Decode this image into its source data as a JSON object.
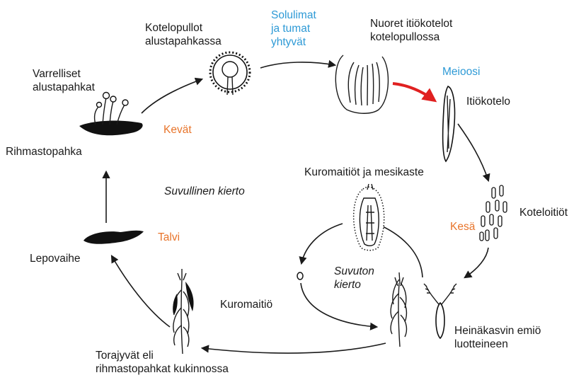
{
  "colors": {
    "ink": "#1a1a1a",
    "season": "#e8742a",
    "process": "#2e9ad6",
    "meiosis_arrow": "#e02020"
  },
  "stages": {
    "varrelliset_alustapahkat": [
      "Varrelliset",
      "alustapahkat"
    ],
    "rihmastopahka": "Rihmastopahka",
    "kotelopullot": [
      "Kotelopullot",
      "alustapahkassa"
    ],
    "nuoret_itiokotelot": [
      "Nuoret itiökotelot",
      "kotelopullossa"
    ],
    "itiokotelo": "Itiökotelo",
    "koteloitiot": "Koteloitiöt",
    "heinakasvin_emio": [
      "Heinäkasvin emiö",
      "luotteineen"
    ],
    "torajyvat": [
      "Torajyvät eli",
      "rihmastopahkat kukinnossa"
    ],
    "lepovaihe": "Lepovaihe",
    "kuromaitiot_mesikaste": "Kuromaitiöt ja mesikaste",
    "kuromaitio": "Kuromaitiö"
  },
  "processes": {
    "solulimat": [
      "Solulimat",
      "ja tumat",
      "yhtyvät"
    ],
    "meioosi": "Meioosi"
  },
  "seasons": {
    "kevat": "Kevät",
    "kesa": "Kesä",
    "talvi": "Talvi"
  },
  "cycles": {
    "suvullinen": "Suvullinen kierto",
    "suvuton": [
      "Suvuton",
      "kierto"
    ]
  }
}
